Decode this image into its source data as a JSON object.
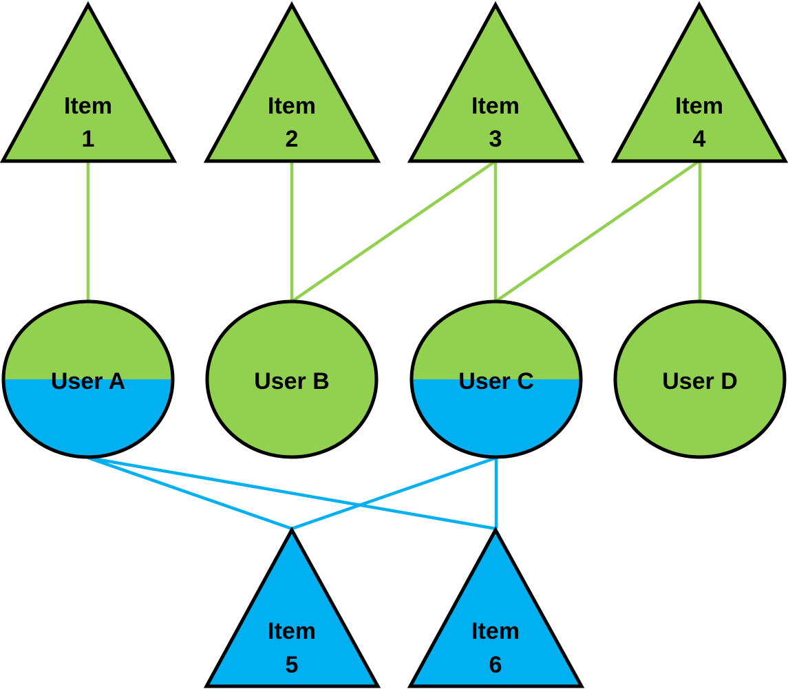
{
  "colors": {
    "green": "#92d050",
    "blue": "#00b0f0",
    "outline": "#000000"
  },
  "items": [
    {
      "label_line1": "Item",
      "label_line2": "1",
      "color": "green"
    },
    {
      "label_line1": "Item",
      "label_line2": "2",
      "color": "green"
    },
    {
      "label_line1": "Item",
      "label_line2": "3",
      "color": "green"
    },
    {
      "label_line1": "Item",
      "label_line2": "4",
      "color": "green"
    },
    {
      "label_line1": "Item",
      "label_line2": "5",
      "color": "blue"
    },
    {
      "label_line1": "Item",
      "label_line2": "6",
      "color": "blue"
    }
  ],
  "users": [
    {
      "label": "User A",
      "fill": "green-blue split"
    },
    {
      "label": "User B",
      "fill": "green"
    },
    {
      "label": "User C",
      "fill": "green-blue split"
    },
    {
      "label": "User D",
      "fill": "green"
    }
  ],
  "edges": [
    {
      "from": "Item 1",
      "to": "User A",
      "color": "green"
    },
    {
      "from": "Item 2",
      "to": "User B",
      "color": "green"
    },
    {
      "from": "Item 3",
      "to": "User B",
      "color": "green"
    },
    {
      "from": "Item 3",
      "to": "User C",
      "color": "green"
    },
    {
      "from": "Item 4",
      "to": "User C",
      "color": "green"
    },
    {
      "from": "Item 4",
      "to": "User D",
      "color": "green"
    },
    {
      "from": "User A",
      "to": "Item 5",
      "color": "blue"
    },
    {
      "from": "User A",
      "to": "Item 6",
      "color": "blue"
    },
    {
      "from": "User C",
      "to": "Item 5",
      "color": "blue"
    },
    {
      "from": "User C",
      "to": "Item 6",
      "color": "blue"
    }
  ]
}
